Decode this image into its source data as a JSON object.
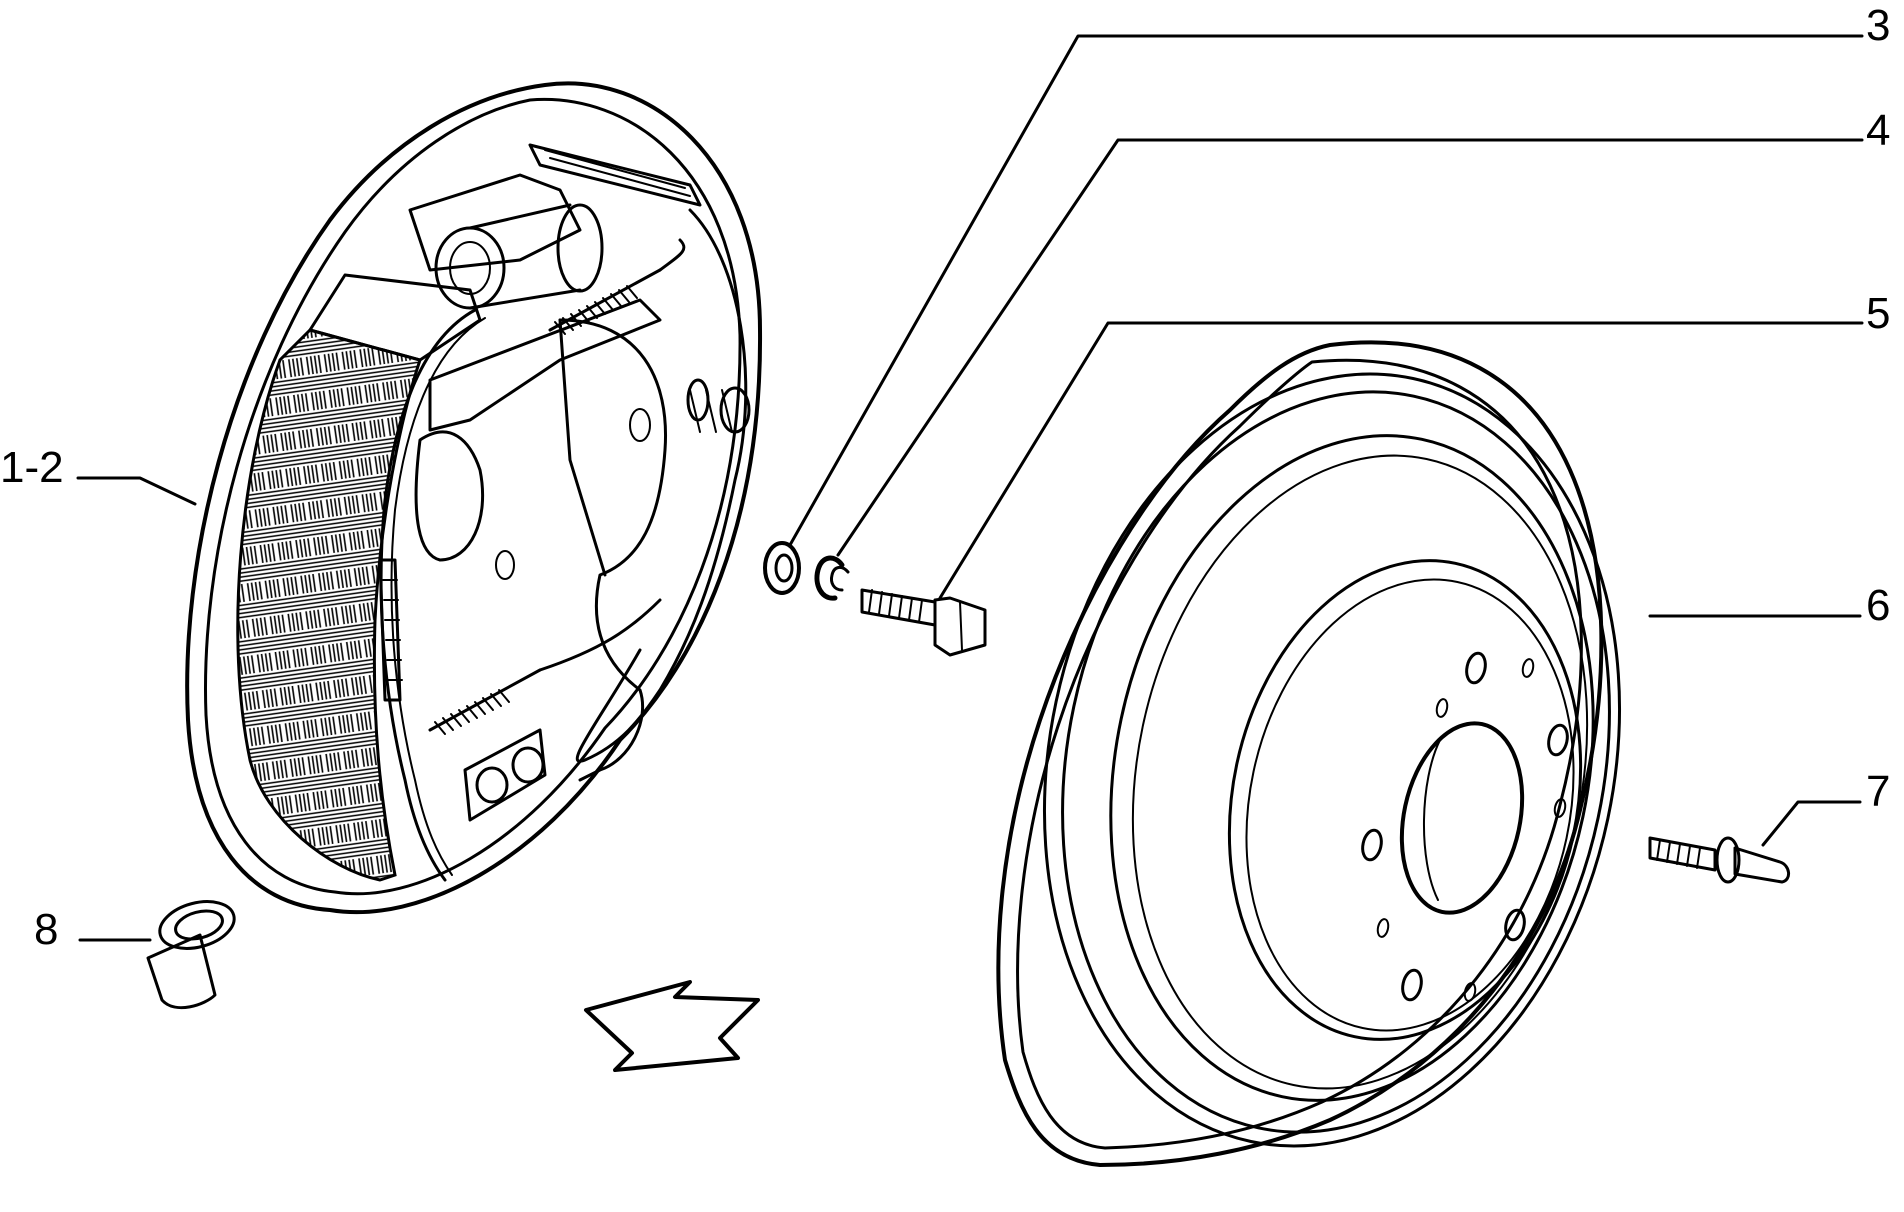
{
  "diagram": {
    "callouts": [
      {
        "id": "c-1-2",
        "text": "1-2"
      },
      {
        "id": "c-3",
        "text": "3"
      },
      {
        "id": "c-4",
        "text": "4"
      },
      {
        "id": "c-5",
        "text": "5"
      },
      {
        "id": "c-6",
        "text": "6"
      },
      {
        "id": "c-7",
        "text": "7"
      },
      {
        "id": "c-8",
        "text": "8"
      }
    ],
    "ink_color": "#000000",
    "paper_color": "#ffffff"
  }
}
